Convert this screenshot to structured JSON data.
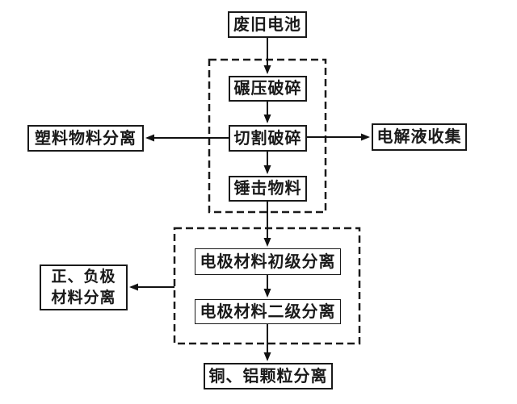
{
  "diagram": {
    "type": "flowchart",
    "subject": "battery-recycling-process",
    "colors": {
      "background": "#ffffff",
      "box_border": "#1a1a1a",
      "group_border_style": "dashed",
      "arrow": "#111111",
      "text": "#1a1a1a"
    },
    "nodes": {
      "waste_battery": "废旧电池",
      "roll_crush": "碾压破碎",
      "cut_crush": "切割破碎",
      "hammer_material": "锤击物料",
      "plastic_separation": "塑料物料分离",
      "electrolyte_collection": "电解液收集",
      "primary_separation": "电极材料初级分离",
      "secondary_separation": "电极材料二级分离",
      "electrode_separation": {
        "line1": "正、负极",
        "line2": "材料分离"
      },
      "copper_aluminum_separation": "铜、铝颗粒分离"
    },
    "groups": [
      {
        "name": "crushing-stage",
        "style": "dashed",
        "contains": [
          "roll_crush",
          "cut_crush",
          "hammer_material"
        ]
      },
      {
        "name": "electrode-separation-stage",
        "style": "dashed",
        "contains": [
          "primary_separation",
          "secondary_separation"
        ]
      }
    ],
    "edges": [
      {
        "from": "waste_battery",
        "to": "roll_crush",
        "direction": "down"
      },
      {
        "from": "roll_crush",
        "to": "cut_crush",
        "direction": "down"
      },
      {
        "from": "cut_crush",
        "to": "hammer_material",
        "direction": "down"
      },
      {
        "from": "cut_crush",
        "to": "plastic_separation",
        "direction": "left"
      },
      {
        "from": "cut_crush",
        "to": "electrolyte_collection",
        "direction": "right"
      },
      {
        "from": "hammer_material",
        "to": "primary_separation",
        "direction": "down"
      },
      {
        "from": "primary_separation",
        "to": "secondary_separation",
        "direction": "down"
      },
      {
        "from": "electrode-separation-stage",
        "to": "electrode_separation",
        "direction": "left"
      },
      {
        "from": "secondary_separation",
        "to": "copper_aluminum_separation",
        "direction": "down"
      }
    ]
  }
}
